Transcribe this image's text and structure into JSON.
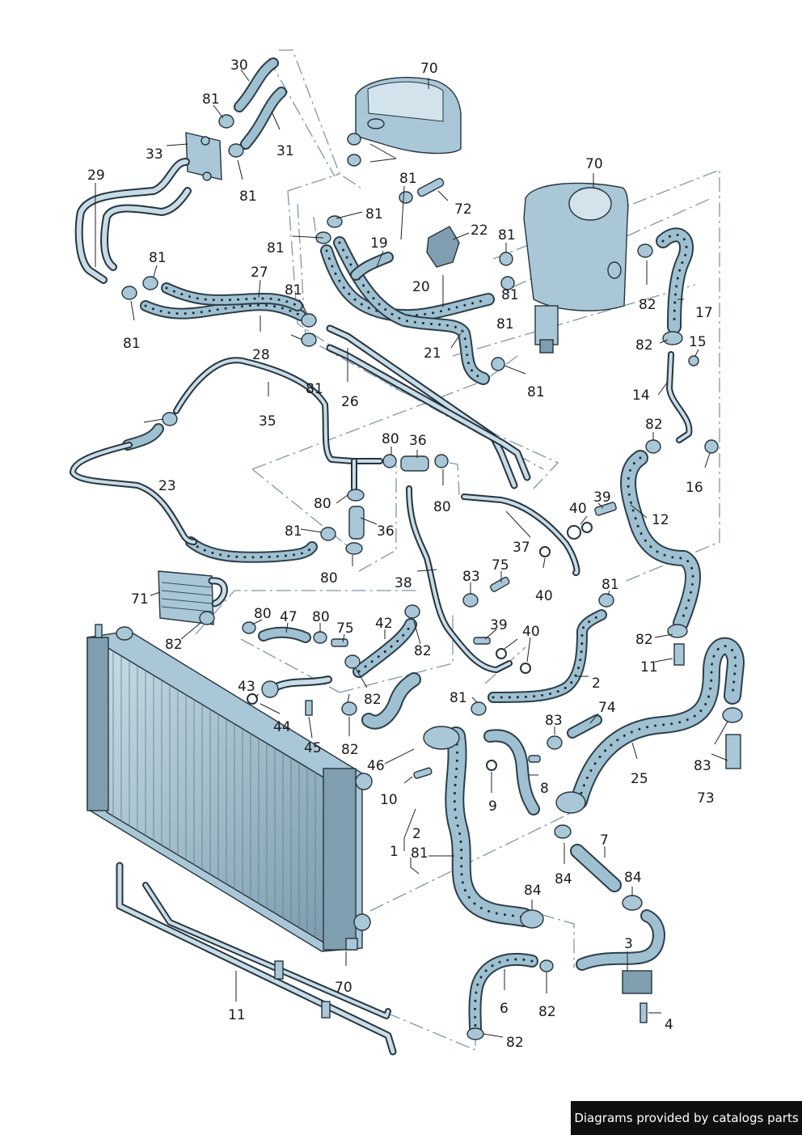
{
  "diagram": {
    "labels": [
      {
        "text": "30"
      },
      {
        "text": "81"
      },
      {
        "text": "31"
      },
      {
        "text": "33"
      },
      {
        "text": "81"
      },
      {
        "text": "70"
      },
      {
        "text": "29"
      },
      {
        "text": "81"
      },
      {
        "text": "72"
      },
      {
        "text": "70"
      },
      {
        "text": "81"
      },
      {
        "text": "81"
      },
      {
        "text": "19"
      },
      {
        "text": "22"
      },
      {
        "text": "81"
      },
      {
        "text": "81"
      },
      {
        "text": "27"
      },
      {
        "text": "20"
      },
      {
        "text": "82"
      },
      {
        "text": "17"
      },
      {
        "text": "81"
      },
      {
        "text": "81"
      },
      {
        "text": "81"
      },
      {
        "text": "82"
      },
      {
        "text": "15"
      },
      {
        "text": "21"
      },
      {
        "text": "28"
      },
      {
        "text": "81"
      },
      {
        "text": "26"
      },
      {
        "text": "81"
      },
      {
        "text": "14"
      },
      {
        "text": "35"
      },
      {
        "text": "81"
      },
      {
        "text": "82"
      },
      {
        "text": "80"
      },
      {
        "text": "36"
      },
      {
        "text": "16"
      },
      {
        "text": "23"
      },
      {
        "text": "80"
      },
      {
        "text": "80"
      },
      {
        "text": "39"
      },
      {
        "text": "40"
      },
      {
        "text": "12"
      },
      {
        "text": "81"
      },
      {
        "text": "36"
      },
      {
        "text": "37"
      },
      {
        "text": "80"
      },
      {
        "text": "75"
      },
      {
        "text": "40"
      },
      {
        "text": "71"
      },
      {
        "text": "38"
      },
      {
        "text": "83"
      },
      {
        "text": "81"
      },
      {
        "text": "80"
      },
      {
        "text": "47"
      },
      {
        "text": "80"
      },
      {
        "text": "75"
      },
      {
        "text": "42"
      },
      {
        "text": "39"
      },
      {
        "text": "40"
      },
      {
        "text": "82"
      },
      {
        "text": "82"
      },
      {
        "text": "82"
      },
      {
        "text": "11"
      },
      {
        "text": "2"
      },
      {
        "text": "43"
      },
      {
        "text": "82"
      },
      {
        "text": "81"
      },
      {
        "text": "44"
      },
      {
        "text": "74"
      },
      {
        "text": "83"
      },
      {
        "text": "45"
      },
      {
        "text": "82"
      },
      {
        "text": "25"
      },
      {
        "text": "46"
      },
      {
        "text": "83"
      },
      {
        "text": "10"
      },
      {
        "text": "8"
      },
      {
        "text": "9"
      },
      {
        "text": "73"
      },
      {
        "text": "2"
      },
      {
        "text": "7"
      },
      {
        "text": "1"
      },
      {
        "text": "81"
      },
      {
        "text": "84"
      },
      {
        "text": "84"
      },
      {
        "text": "84"
      },
      {
        "text": "3"
      },
      {
        "text": "11"
      },
      {
        "text": "6"
      },
      {
        "text": "70"
      },
      {
        "text": "82"
      },
      {
        "text": "4"
      },
      {
        "text": "82"
      }
    ]
  },
  "footer": {
    "credit": "Diagrams provided by catalogs parts"
  }
}
